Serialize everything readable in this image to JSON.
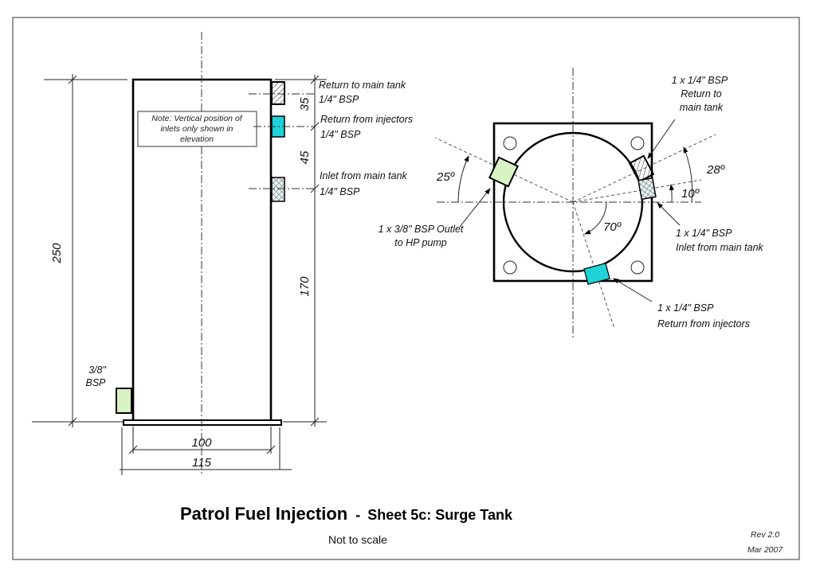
{
  "title": {
    "main": "Patrol Fuel Injection",
    "separator": "-",
    "sheet": "Sheet 5c: Surge Tank",
    "scale_note": "Not to scale"
  },
  "revision": {
    "rev": "Rev 2.0",
    "date": "Mar 2007"
  },
  "colors": {
    "outlet_fill": "#d8f3c4",
    "return_injectors_fill": "#1fd3d8",
    "line": "#000000"
  },
  "elevation": {
    "note": [
      "Note: Vertical position of",
      "inlets  only shown in",
      "elevation"
    ],
    "dimensions": {
      "height_total": "250",
      "top_to_return": "35",
      "return_to_inlet": "45",
      "inlet_to_base": "170",
      "tank_width": "100",
      "base_width": "115"
    },
    "labels": {
      "return_main_tank": [
        "Return to main tank",
        "1/4\" BSP"
      ],
      "return_injectors": [
        "Return from injectors",
        "1/4\" BSP"
      ],
      "inlet_main_tank": [
        "Inlet from main tank",
        "1/4\" BSP"
      ],
      "outlet": [
        "3/8\"",
        "BSP"
      ]
    }
  },
  "plan": {
    "angles": {
      "outlet": "25º",
      "return_main_tank": "28º",
      "inlet_main_tank": "10º",
      "return_injectors": "70º"
    },
    "labels": {
      "return_main_tank": [
        "1 x 1/4\" BSP",
        "Return to",
        "main tank"
      ],
      "outlet": [
        "1 x 3/8\" BSP Outlet",
        "to HP pump"
      ],
      "inlet_main_tank": [
        "1 x 1/4\" BSP",
        "Inlet from main tank"
      ],
      "return_injectors": [
        "1 x 1/4\" BSP",
        "Return from injectors"
      ]
    }
  }
}
